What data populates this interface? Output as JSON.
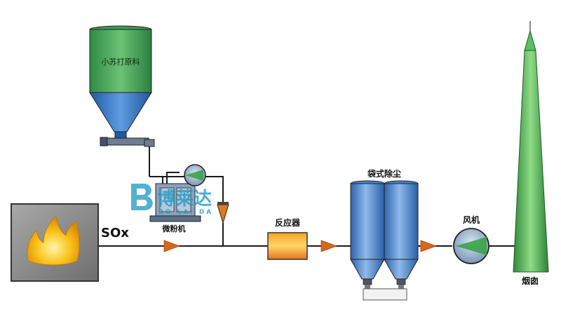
{
  "labels": {
    "silo": "小苏打原料",
    "sox": "SOx",
    "mill": "微粉机",
    "reactor": "反应器",
    "baghouse": "袋式除尘",
    "fan": "风机",
    "chimney": "烟囱"
  },
  "watermark": {
    "brand": "博莱达",
    "subtitle": "BO LAI DA"
  },
  "colors": {
    "silo_top": "#3d9a52",
    "silo_bottom": "#2f6fbd",
    "chimney": "#3fa64c",
    "bag_filter": "#4a83c9",
    "reactor": "#e88a18",
    "flow_arrow": "#d8661b",
    "pipe": "#1a1a1a",
    "furnace": "#8c8c8c",
    "flame": "#f2b51a"
  }
}
